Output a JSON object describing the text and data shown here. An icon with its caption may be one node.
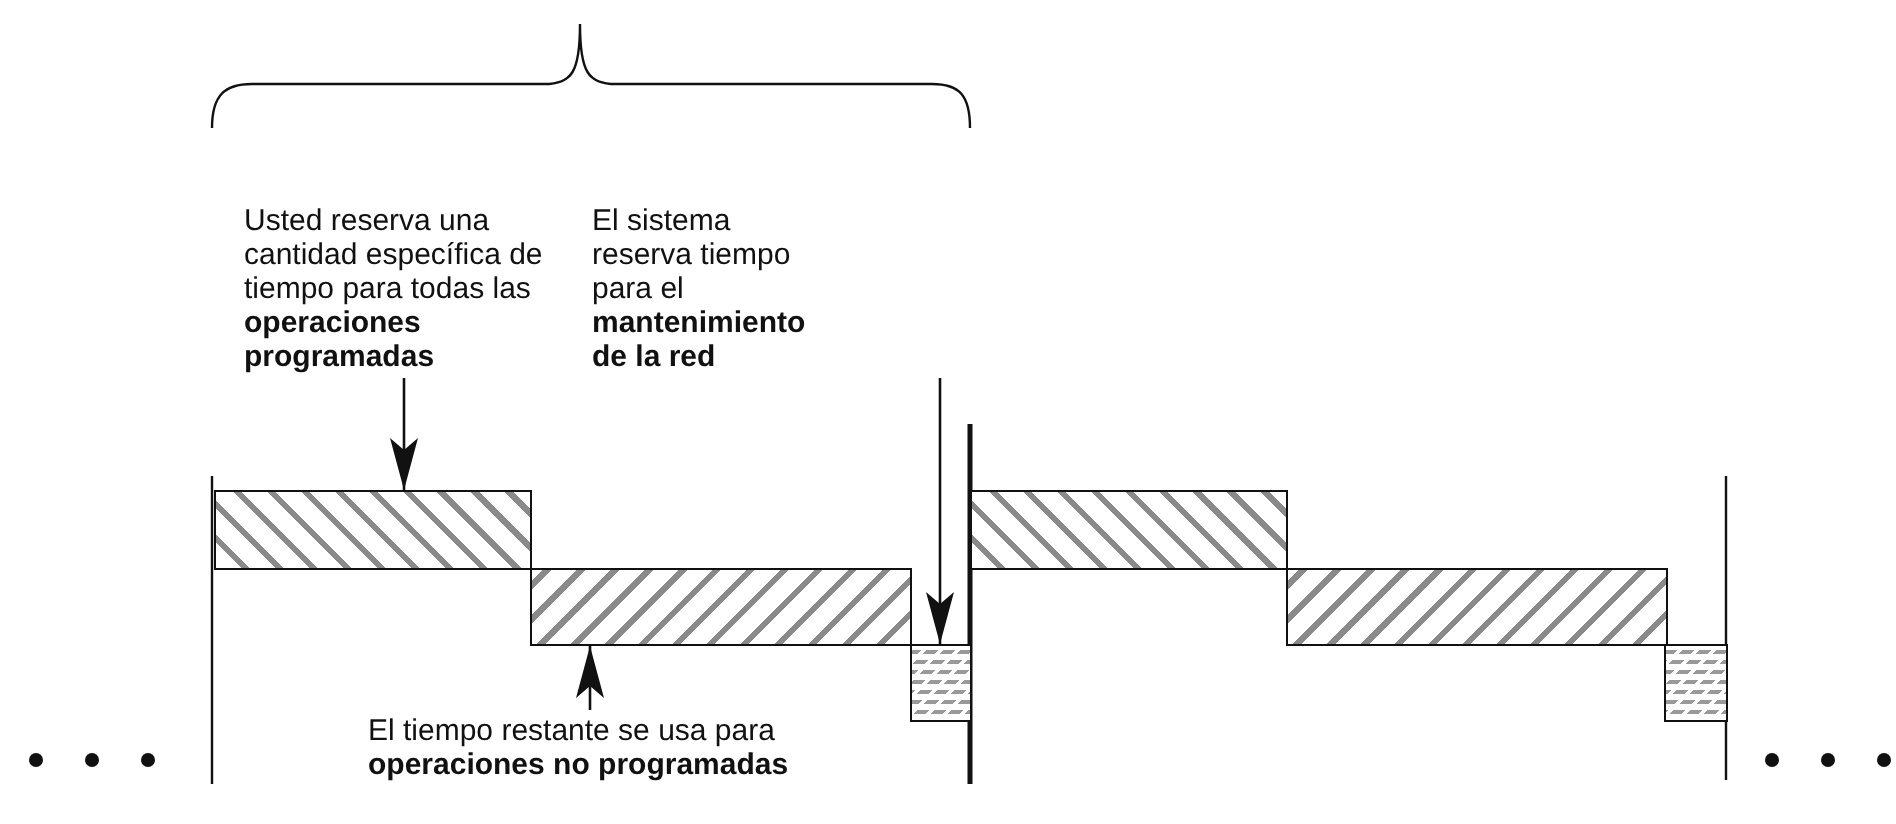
{
  "diagram": {
    "nodes": [
      {
        "text": [
          "Usted reserva una cantidad específica de tiempo para todas las **operaciones programadas**"
        ]
      },
      {
        "text": [
          "El sistema reserva tiempo para el **mantenimiento de la red**"
        ]
      },
      {
        "text": [
          "El tiempo restante se usa para **operaciones no programadas**"
        ]
      },
      {
        "text": [],
        "shape": "bar"
      },
      {
        "text": [],
        "shape": "bar"
      },
      {
        "text": [],
        "shape": "bar"
      },
      {
        "text": [],
        "shape": "bar"
      },
      {
        "text": [],
        "shape": "bar"
      },
      {
        "text": [],
        "shape": "bar"
      }
    ],
    "edges": [
      {
        "from": 0,
        "to": 3,
        "arrow": "to"
      },
      {
        "from": 1,
        "to": 5,
        "arrow": "to"
      },
      {
        "from": 2,
        "to": 4,
        "arrow": "to"
      }
    ]
  }
}
